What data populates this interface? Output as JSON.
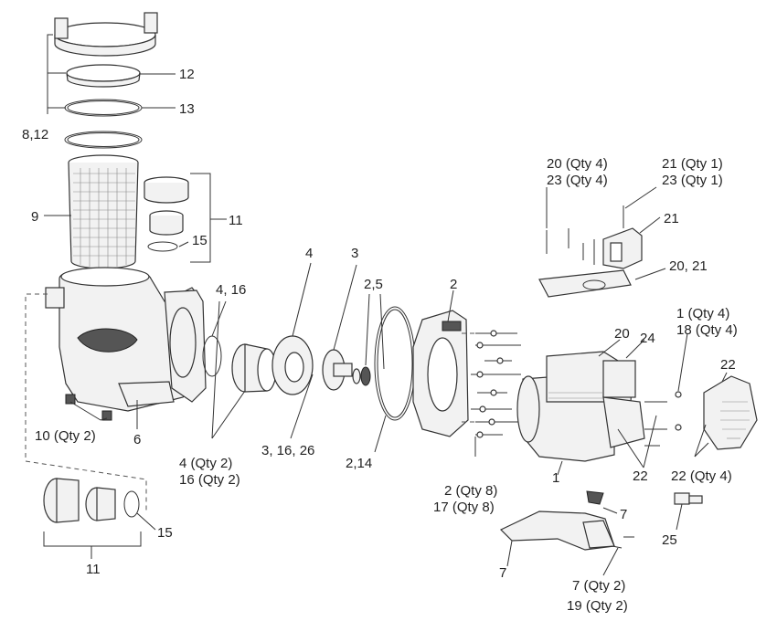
{
  "labels": {
    "lbl_12": "12",
    "lbl_13": "13",
    "lbl_8_12": "8,12",
    "lbl_9": "9",
    "lbl_11_top": "11",
    "lbl_15_top": "15",
    "lbl_4_16": "4, 16",
    "lbl_4": "4",
    "lbl_3": "3",
    "lbl_2_5": "2,5",
    "lbl_2_top": "2",
    "lbl_20_qty4": "20 (Qty 4)",
    "lbl_23_qty4": "23 (Qty 4)",
    "lbl_21_qty1": "21 (Qty 1)",
    "lbl_23_qty1": "23 (Qty 1)",
    "lbl_21": "21",
    "lbl_20_21": "20, 21",
    "lbl_1_qty4": "1 (Qty 4)",
    "lbl_18_qty4": "18 (Qty 4)",
    "lbl_20": "20",
    "lbl_24": "24",
    "lbl_22_top": "22",
    "lbl_10_qty2": "10 (Qty 2)",
    "lbl_6": "6",
    "lbl_4_qty2": "4 (Qty 2)",
    "lbl_16_qty2": "16 (Qty 2)",
    "lbl_3_16_26": "3, 16, 26",
    "lbl_2_14": "2,14",
    "lbl_1": "1",
    "lbl_22_mid": "22",
    "lbl_22_qty4": "22 (Qty 4)",
    "lbl_2_qty8": "2 (Qty 8)",
    "lbl_17_qty8": "17 (Qty 8)",
    "lbl_7_small": "7",
    "lbl_25": "25",
    "lbl_15_bottom": "15",
    "lbl_11_bottom": "11",
    "lbl_7_bottom": "7",
    "lbl_7_qty2": "7 (Qty 2)",
    "lbl_19_qty2": "19 (Qty 2)"
  }
}
